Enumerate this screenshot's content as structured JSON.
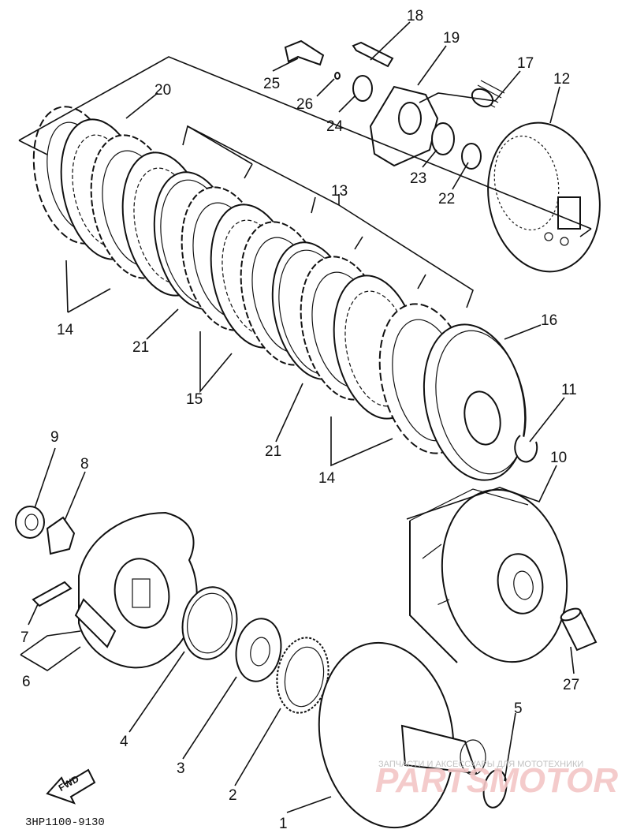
{
  "diagram_code": "3HP1100-9130",
  "fwd_label": "FWD",
  "watermark": {
    "site": "PARTSMOTOR.RU",
    "caption": "ЗАПЧАСТИ И АКСЕССУАРЫ ДЛЯ МОТОТЕХНИКИ"
  },
  "callouts": [
    {
      "id": "1",
      "label": "1"
    },
    {
      "id": "2",
      "label": "2"
    },
    {
      "id": "3",
      "label": "3"
    },
    {
      "id": "4",
      "label": "4"
    },
    {
      "id": "5",
      "label": "5"
    },
    {
      "id": "6",
      "label": "6"
    },
    {
      "id": "7",
      "label": "7"
    },
    {
      "id": "8",
      "label": "8"
    },
    {
      "id": "9",
      "label": "9"
    },
    {
      "id": "10",
      "label": "10"
    },
    {
      "id": "11",
      "label": "11"
    },
    {
      "id": "12",
      "label": "12"
    },
    {
      "id": "13",
      "label": "13"
    },
    {
      "id": "14a",
      "label": "14"
    },
    {
      "id": "14b",
      "label": "14"
    },
    {
      "id": "15",
      "label": "15"
    },
    {
      "id": "16",
      "label": "16"
    },
    {
      "id": "17",
      "label": "17"
    },
    {
      "id": "18",
      "label": "18"
    },
    {
      "id": "19",
      "label": "19"
    },
    {
      "id": "20",
      "label": "20"
    },
    {
      "id": "21a",
      "label": "21"
    },
    {
      "id": "21b",
      "label": "21"
    },
    {
      "id": "22",
      "label": "22"
    },
    {
      "id": "23",
      "label": "23"
    },
    {
      "id": "24",
      "label": "24"
    },
    {
      "id": "25",
      "label": "25"
    },
    {
      "id": "26",
      "label": "26"
    },
    {
      "id": "27",
      "label": "27"
    }
  ]
}
